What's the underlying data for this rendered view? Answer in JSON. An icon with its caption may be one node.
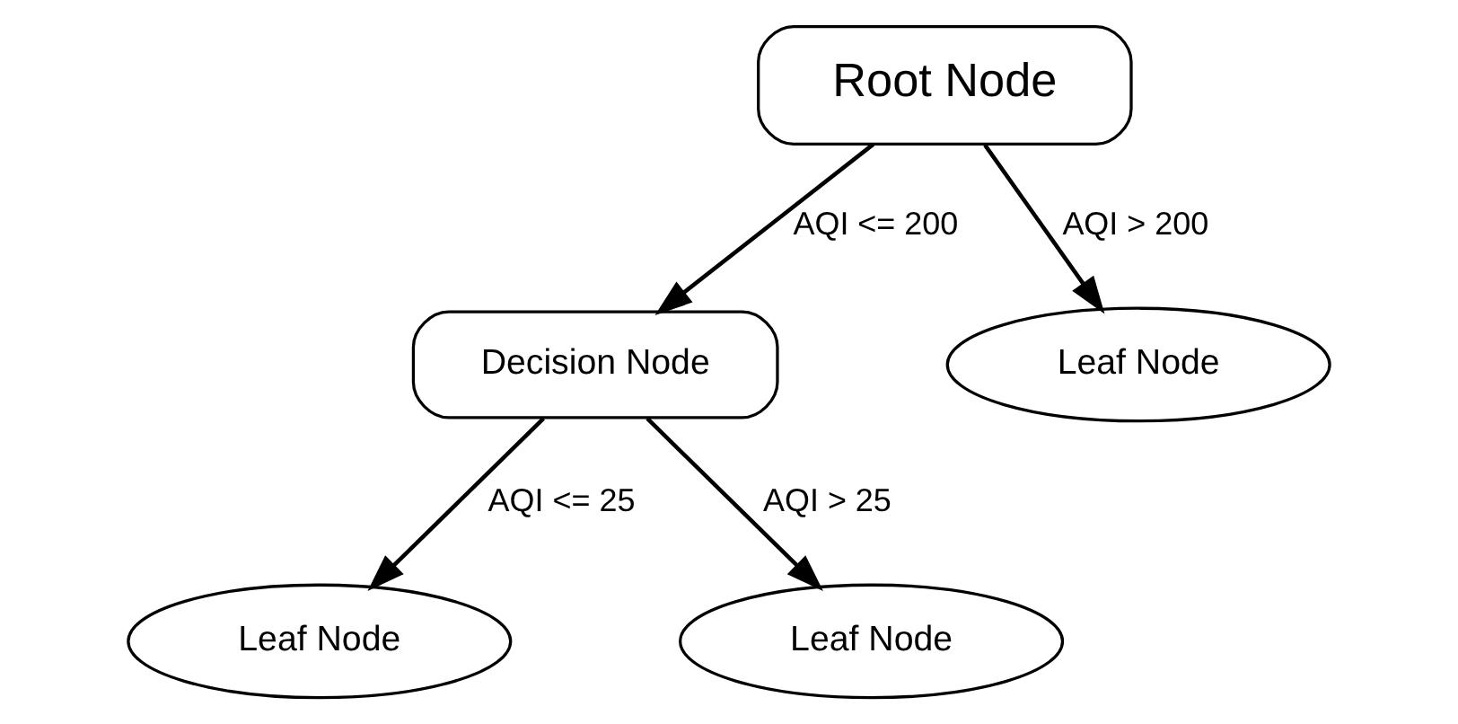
{
  "diagram": {
    "nodes": [
      {
        "text": [
          "Root Node"
        ]
      },
      {
        "text": [
          "Decision Node"
        ]
      },
      {
        "text": [
          "Leaf Node"
        ]
      },
      {
        "text": [
          "Leaf Node"
        ]
      },
      {
        "text": [
          "Leaf Node"
        ]
      }
    ],
    "edges": [
      {
        "from": 0,
        "to": 1,
        "arrow": "to",
        "label": "AQI <= 200"
      },
      {
        "from": 0,
        "to": 2,
        "arrow": "to",
        "label": "AQI > 200"
      },
      {
        "from": 1,
        "to": 3,
        "arrow": "to",
        "label": "AQI <= 25"
      },
      {
        "from": 1,
        "to": 4,
        "arrow": "to",
        "label": "AQI > 25"
      }
    ]
  }
}
